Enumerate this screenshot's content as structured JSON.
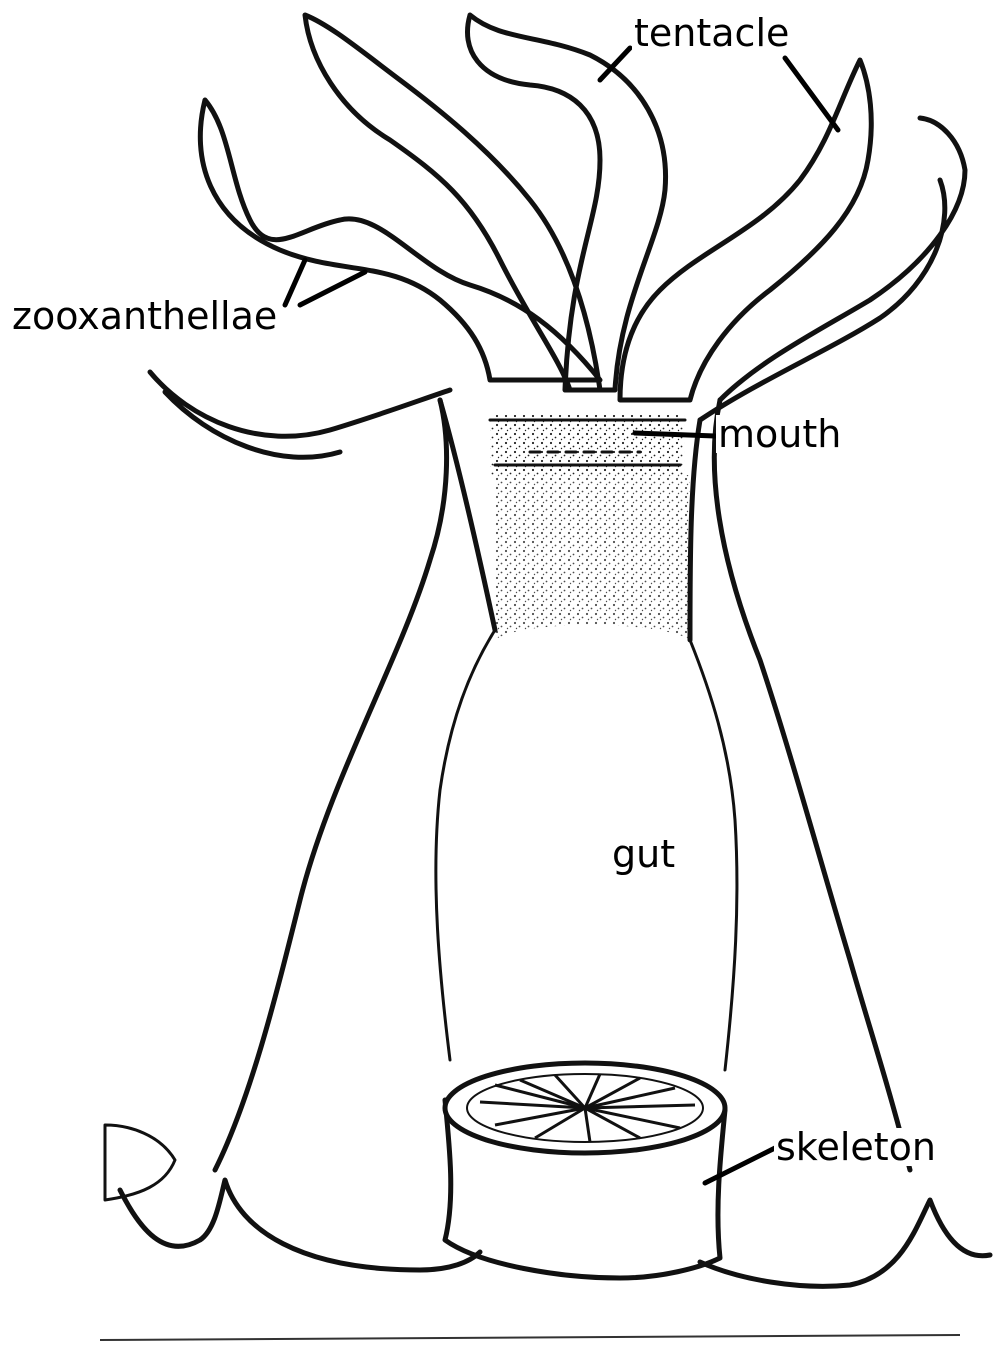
{
  "labels": {
    "tentacle": "tentacle",
    "zooxanthellae": "zooxanthellae",
    "mouth": "mouth",
    "gut": "gut",
    "skeleton": "skeleton"
  },
  "colors": {
    "ink": "#111111",
    "paper": "#ffffff"
  }
}
